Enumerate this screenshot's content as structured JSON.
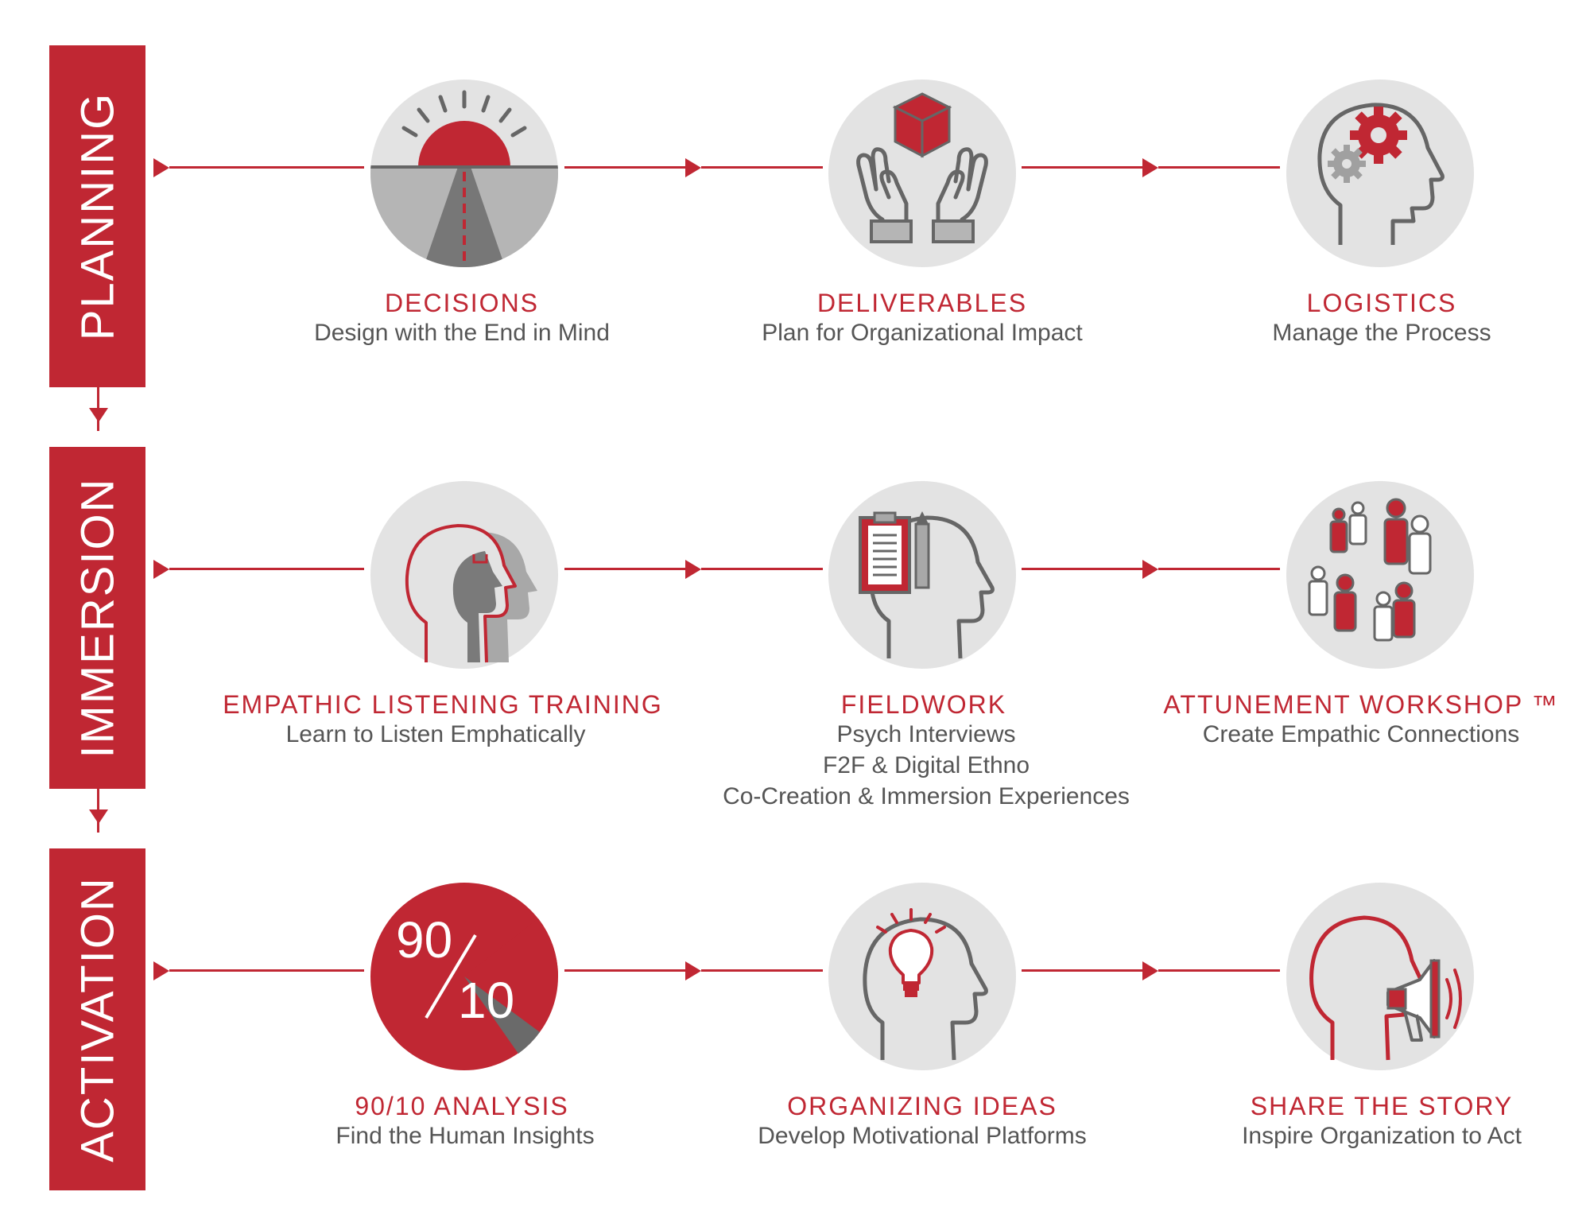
{
  "colors": {
    "accent": "#c02733",
    "circle_bg": "#e3e3e3",
    "icon_gray": "#666666",
    "text_gray": "#555555"
  },
  "phases": [
    {
      "label": "PLANNING"
    },
    {
      "label": "IMMERSION"
    },
    {
      "label": "ACTIVATION"
    }
  ],
  "steps": {
    "decisions": {
      "title": "DECISIONS",
      "lines": [
        "Design with the End in Mind"
      ],
      "icon": "road-sunrise-icon"
    },
    "deliverables": {
      "title": "DELIVERABLES",
      "lines": [
        "Plan for Organizational Impact"
      ],
      "icon": "hands-cube-icon"
    },
    "logistics": {
      "title": "LOGISTICS",
      "lines": [
        "Manage the Process"
      ],
      "icon": "head-gears-icon"
    },
    "empathic": {
      "title": "EMPATHIC LISTENING TRAINING",
      "lines": [
        "Learn to Listen Emphatically"
      ],
      "icon": "two-heads-icon"
    },
    "fieldwork": {
      "title": "FIELDWORK",
      "lines": [
        "Psych Interviews",
        "F2F & Digital Ethno",
        "Co-Creation & Immersion Experiences"
      ],
      "icon": "head-clipboard-icon"
    },
    "attunement": {
      "title": "ATTUNEMENT WORKSHOP ™",
      "lines": [
        "Create Empathic Connections"
      ],
      "icon": "people-group-icon"
    },
    "analysis": {
      "title": "90/10 ANALYSIS",
      "lines": [
        "Find the Human Insights"
      ],
      "icon": "ninety-ten-icon",
      "big": "90",
      "small": "10"
    },
    "organizing": {
      "title": "ORGANIZING IDEAS",
      "lines": [
        "Develop Motivational Platforms"
      ],
      "icon": "head-lightbulb-icon"
    },
    "share": {
      "title": "SHARE THE STORY",
      "lines": [
        "Inspire Organization to Act"
      ],
      "icon": "head-megaphone-icon"
    }
  }
}
